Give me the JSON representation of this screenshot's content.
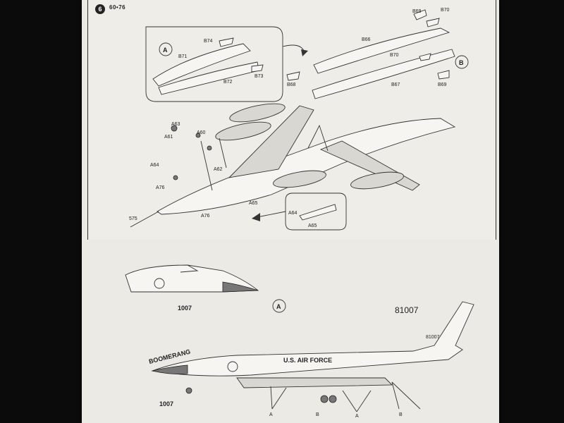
{
  "step": {
    "number": "6",
    "code": "60•76"
  },
  "top": {
    "inset_a_marker": "A",
    "inset_b_marker": "B",
    "labels": {
      "b74": "B74",
      "b71": "B71",
      "b72": "B72",
      "b73": "B73",
      "b69_top": "B69",
      "b70_top": "B70",
      "b66": "B66",
      "b70_mid": "B70",
      "b68": "B68",
      "b67": "B67",
      "b69_bot": "B69",
      "a63": "A63",
      "a61": "A61",
      "a60": "A60",
      "a64_left": "A64",
      "a62": "A62",
      "a76_left": "A76",
      "a76_bot": "A76",
      "a65_mid": "A65",
      "a64_inset": "A64",
      "a65_inset": "A65",
      "s75": "575"
    }
  },
  "bottom": {
    "marker_a": "A",
    "serial_tail": "81007",
    "serial_tail_small": "81007",
    "serial_nose_top": "1007",
    "serial_nose_bottom": "1007",
    "nose_art": "BOOMERANG",
    "fuselage_text": "U.S. AIR FORCE",
    "legend_a1": "A",
    "legend_b1": "B",
    "legend_a2": "A",
    "legend_b2": "B"
  }
}
